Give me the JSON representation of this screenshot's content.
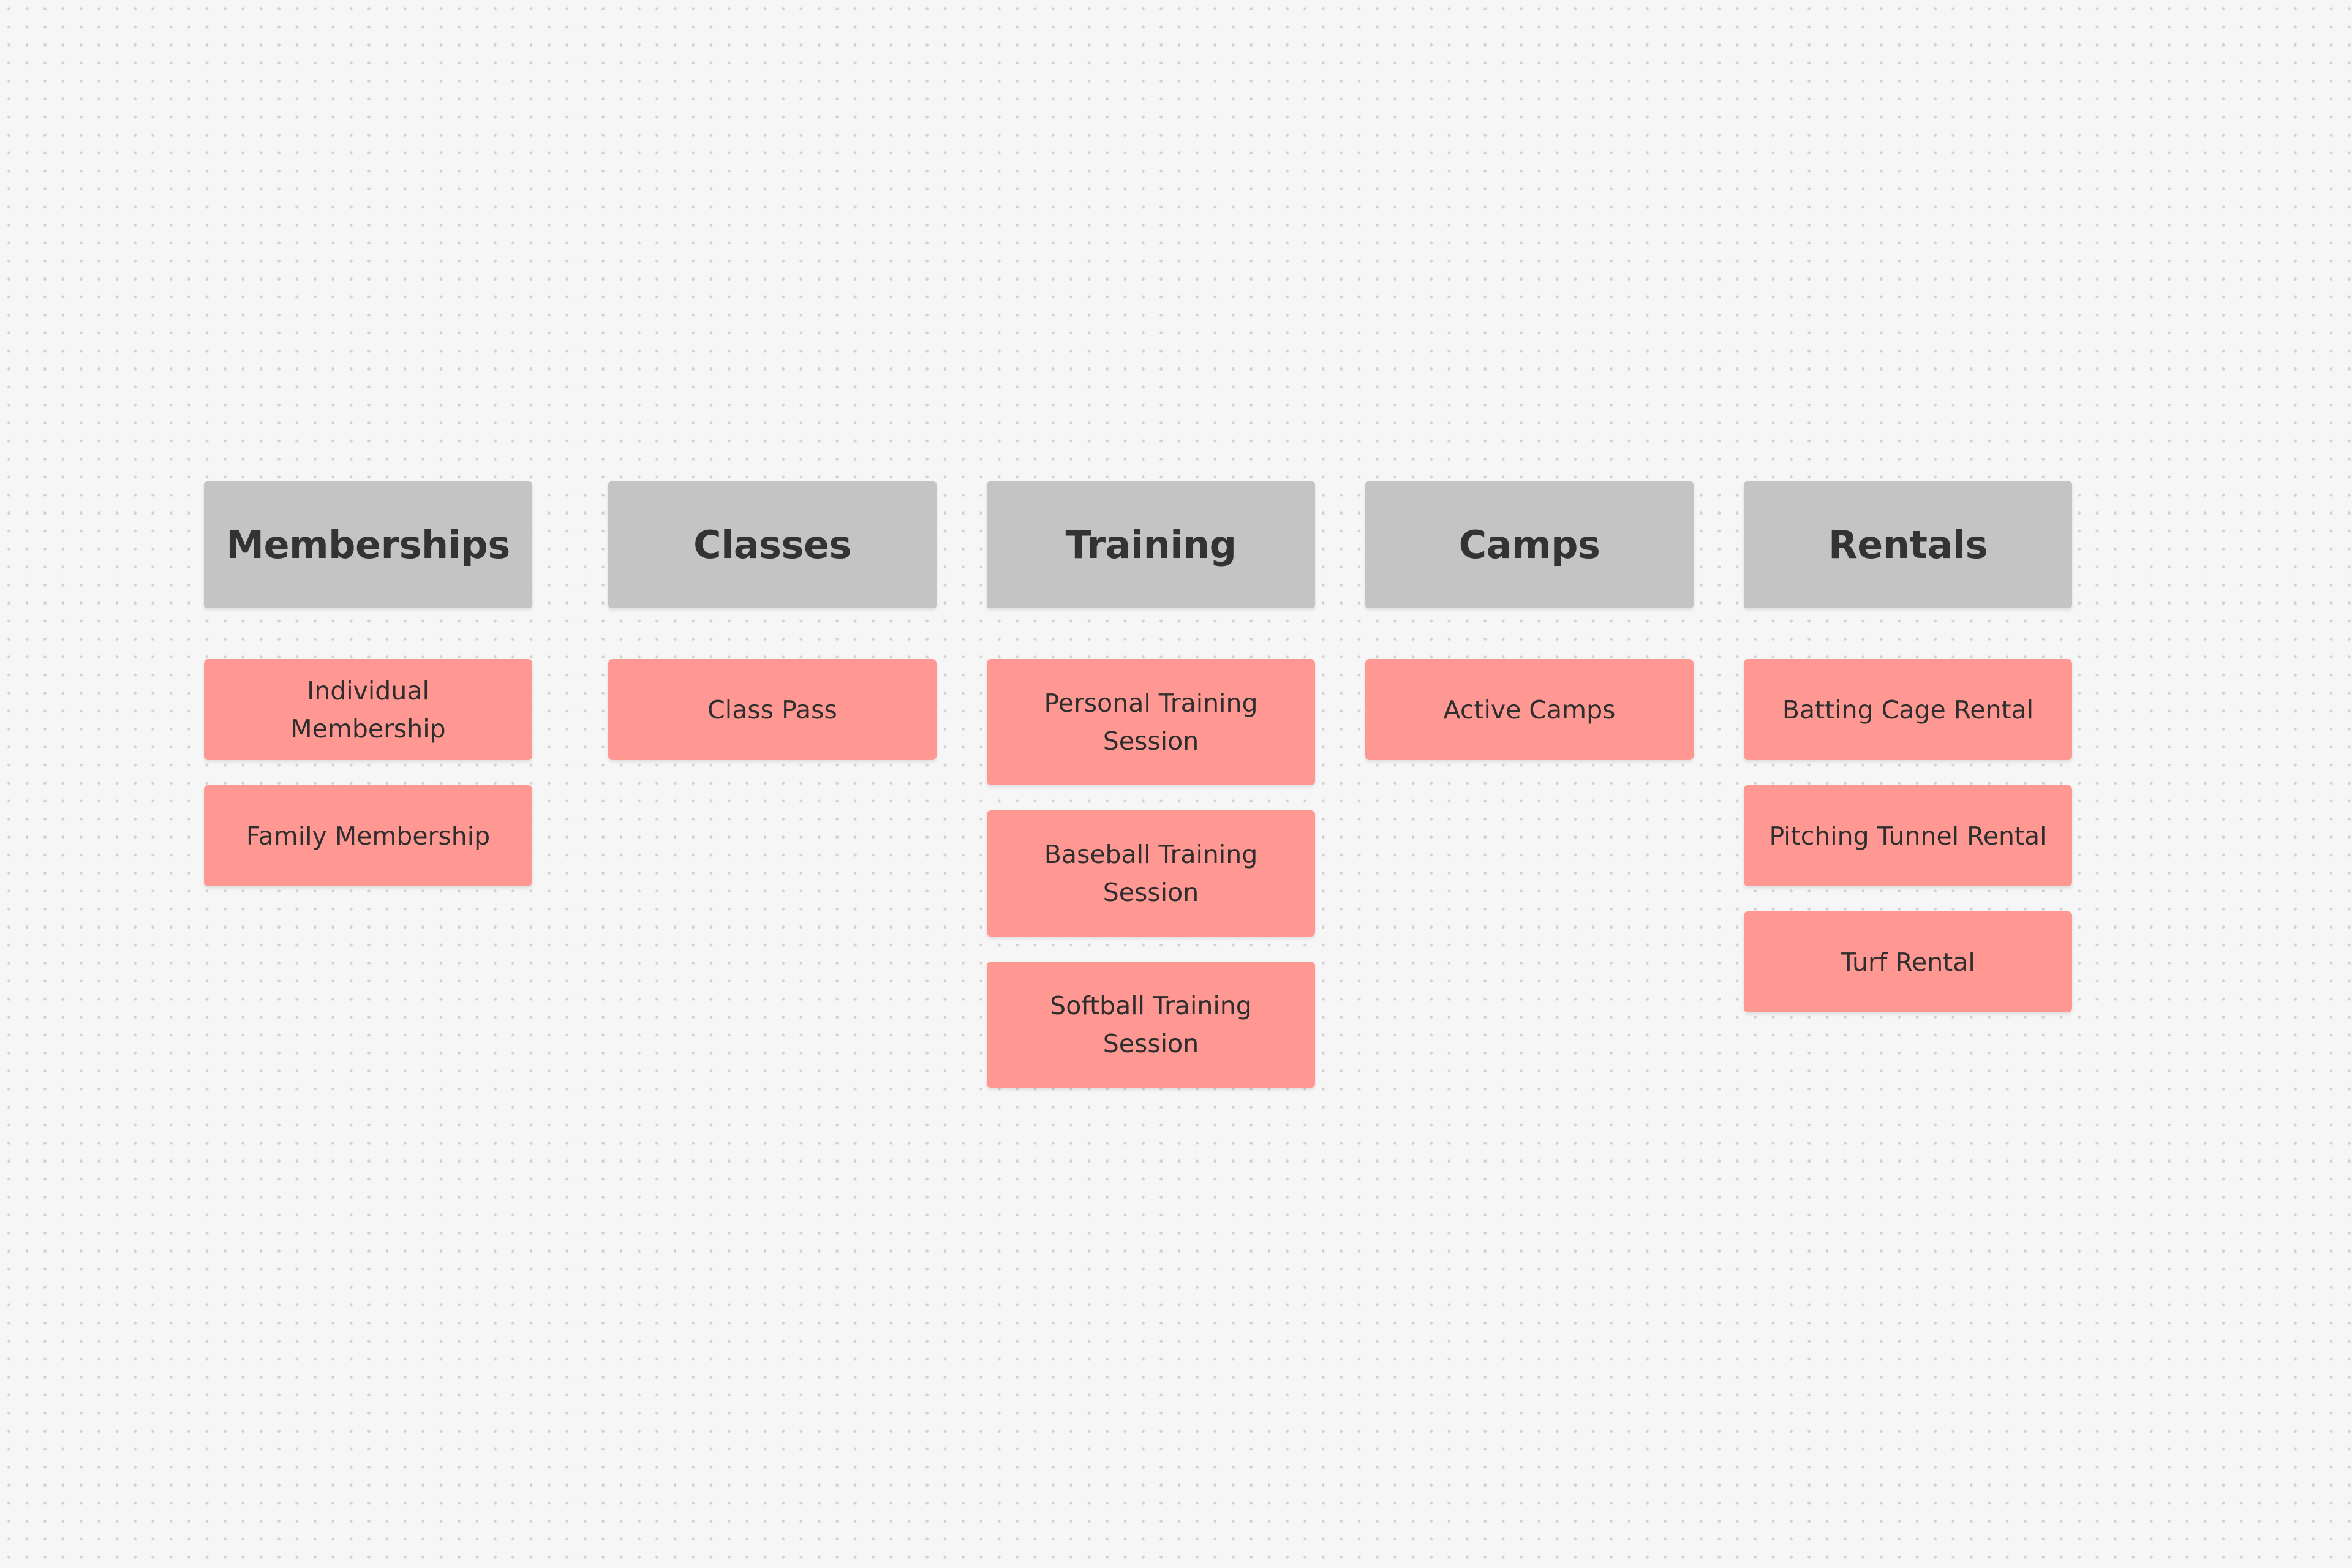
{
  "columns": [
    {
      "title": "Memberships",
      "items": [
        "Individual Membership",
        "Family Membership"
      ]
    },
    {
      "title": "Classes",
      "items": [
        "Class Pass"
      ]
    },
    {
      "title": "Training",
      "items": [
        "Personal Training Session",
        "Baseball Training Session",
        "Softball Training Session"
      ]
    },
    {
      "title": "Camps",
      "items": [
        "Active Camps"
      ]
    },
    {
      "title": "Rentals",
      "items": [
        "Batting Cage Rental",
        "Pitching Tunnel Rental",
        "Turf Rental"
      ]
    }
  ],
  "colors": {
    "canvas": "#f6f6f6",
    "grid_dot": "#d2d2d2",
    "header_card": "#c4c4c4",
    "item_card": "#ff9892",
    "text": "#333333"
  }
}
